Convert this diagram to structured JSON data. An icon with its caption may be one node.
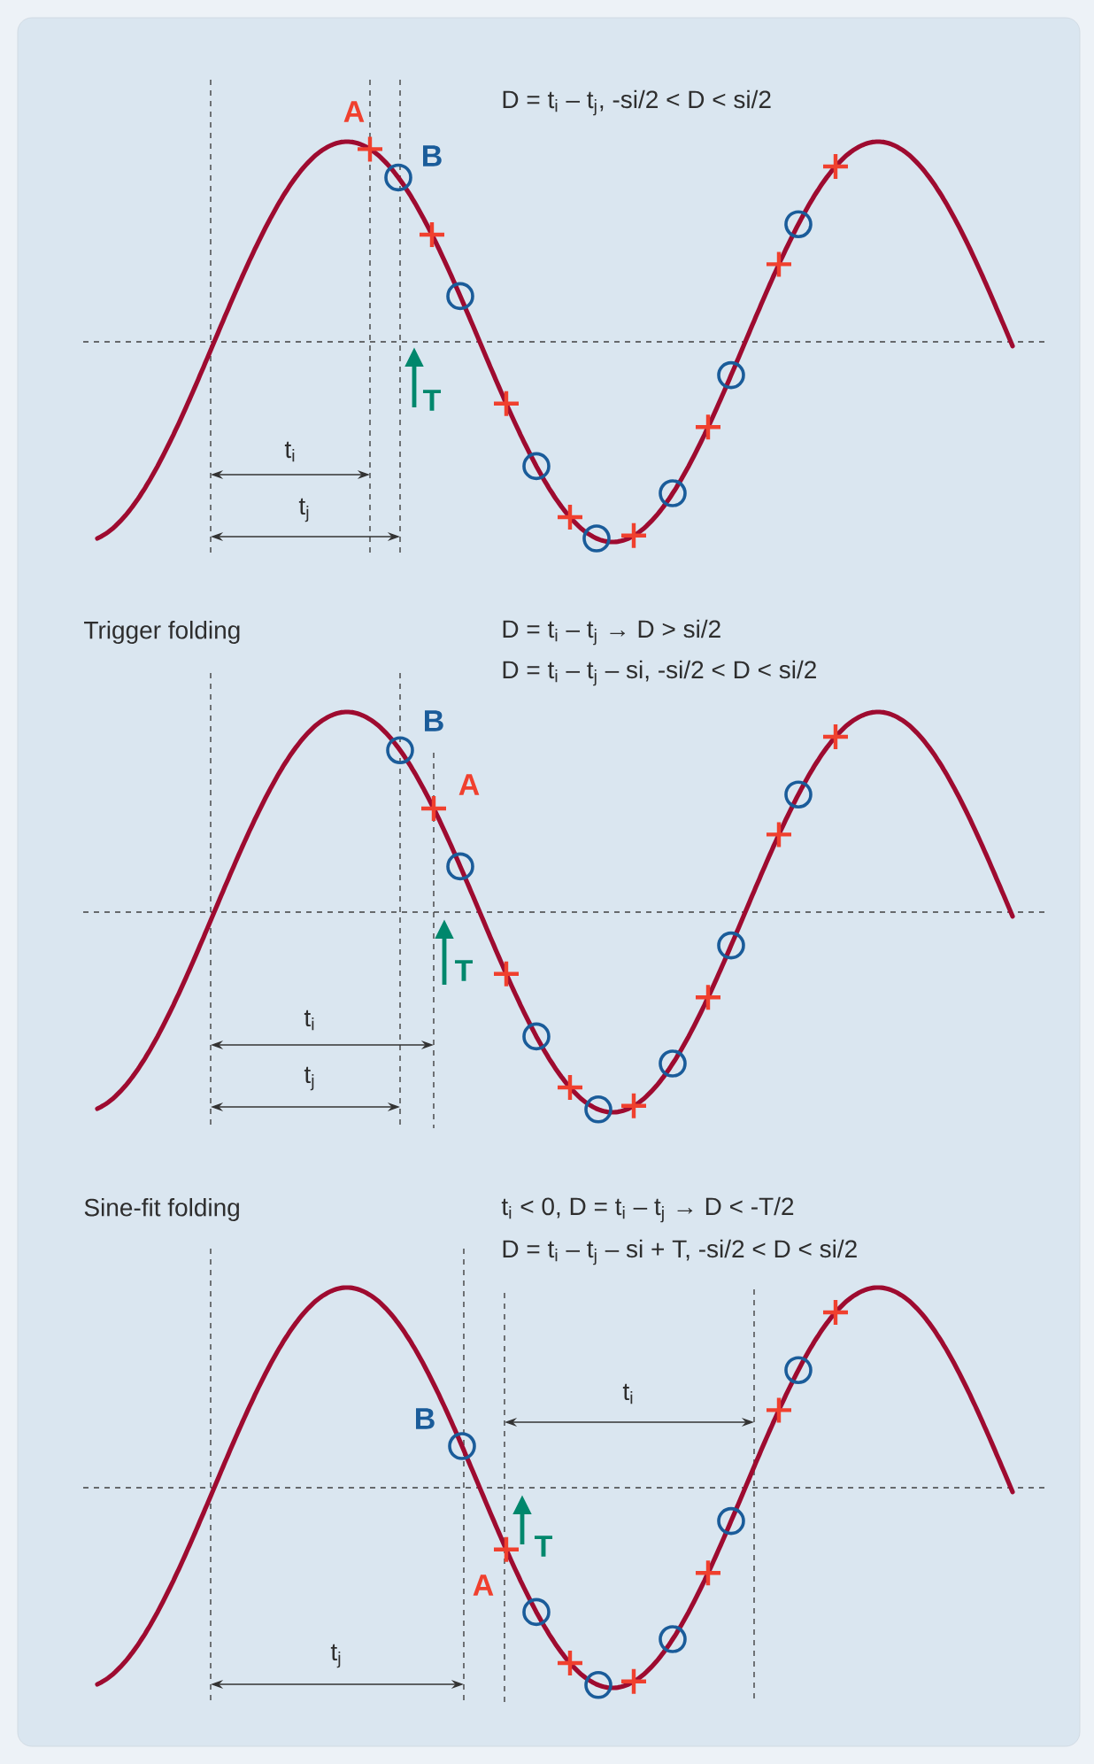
{
  "diagram": {
    "labels": [
      "D = t$_{i}$ – t$_{j}$, -si/2 < D < si/2",
      "A",
      "B",
      "T",
      "t$_{i}$",
      "t$_{j}$",
      "Trigger folding",
      "D = t$_{i}$ – t$_{j}$ → D > si/2",
      "D = t$_{i}$ – t$_{j}$ – si, -si/2 < D < si/2",
      "B",
      "A",
      "T",
      "t$_{i}$",
      "t$_{j}$",
      "Sine-fit folding",
      "t$_{i}$ < 0, D = t$_{i}$ – t$_{j}$ → D < -T/2",
      "D = t$_{i}$ – t$_{j}$ – si + T, -si/2 < D < si/2",
      "t$_{i}$",
      "B",
      "T",
      "A",
      "t$_{j}$"
    ]
  }
}
